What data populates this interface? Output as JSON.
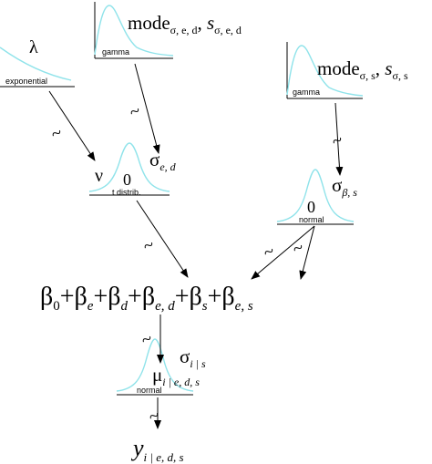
{
  "nodes": {
    "lambda": {
      "symbol": "λ",
      "dist_label": "exponential"
    },
    "mode_sed": {
      "text_main": "mode",
      "sub1": "σ, e, d",
      "sep": ", ",
      "text_s": "s",
      "sub2": "σ, e, d",
      "dist_label": "gamma"
    },
    "mode_s": {
      "text_main": "mode",
      "sub1": "σ, s",
      "sep": ", ",
      "text_s": "s",
      "sub2": "σ, s",
      "dist_label": "gamma"
    },
    "t_dist": {
      "nu": "ν",
      "center": "0",
      "sigma": "σ",
      "sigma_sub": "e, d",
      "dist_label": "t distrib."
    },
    "sigma_beta_s": {
      "center": "0",
      "sigma": "σ",
      "sigma_sub": "β, s",
      "dist_label": "normal"
    },
    "likelihood": {
      "sigma": "σ",
      "sigma_sub": "i | s",
      "mu": "μ",
      "mu_sub": "i | e, d, s",
      "dist_label": "normal"
    }
  },
  "equation": {
    "b0": "β",
    "b0_sub": "0",
    "plus": "+",
    "be": "β",
    "be_sub": "e",
    "bd": "β",
    "bd_sub": "d",
    "bed": "β",
    "bed_sub": "e, d",
    "bs": "β",
    "bs_sub": "s",
    "bes": "β",
    "bes_sub": "e, s"
  },
  "output": {
    "y": "y",
    "y_sub": "i | e, d, s"
  },
  "tilde": "~",
  "colors": {
    "curve": "#8fe3ea",
    "line": "#000000"
  }
}
